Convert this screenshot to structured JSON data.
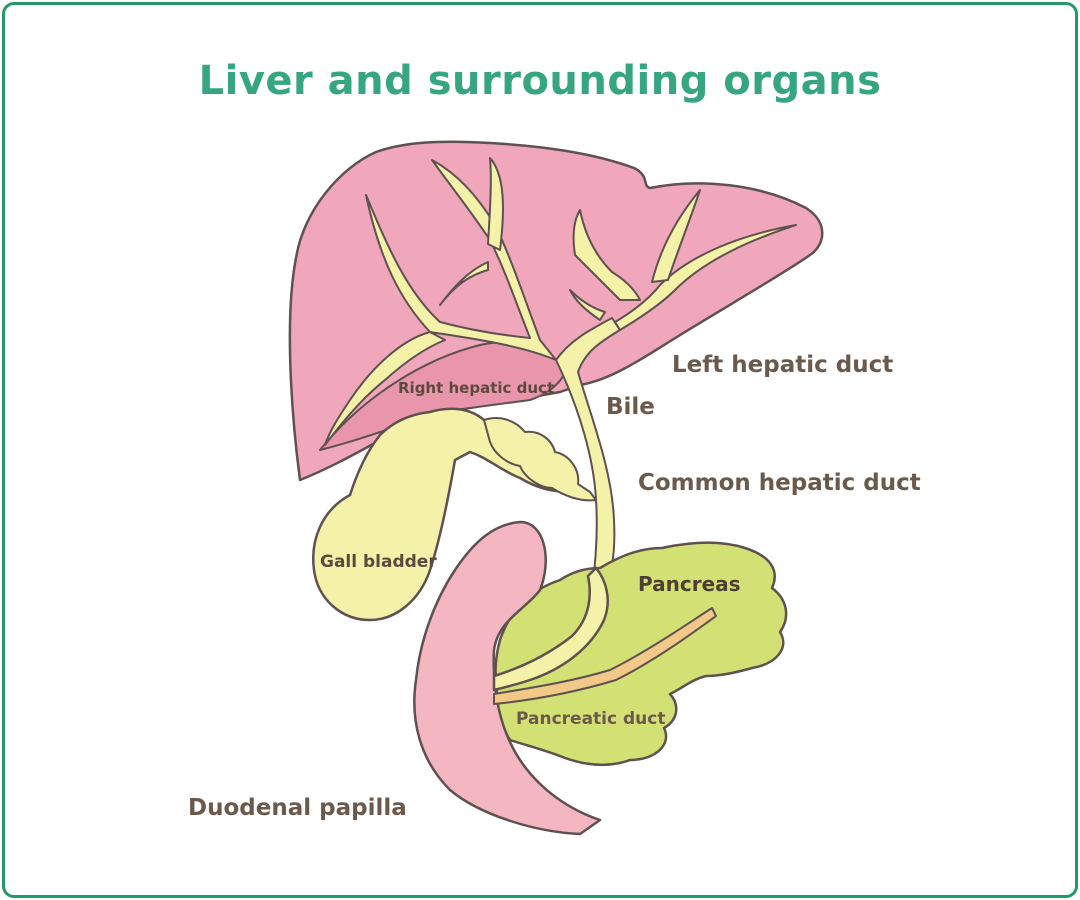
{
  "title": "Liver and surrounding organs",
  "labels": {
    "left_hepatic_duct": "Left hepatic duct",
    "right_hepatic_duct": "Right hepatic duct",
    "bile": "Bile",
    "common_hepatic_duct": "Common hepatic duct",
    "gall_bladder": "Gall bladder",
    "pancreas": "Pancreas",
    "pancreatic_duct": "Pancreatic duct",
    "duodenal_papilla": "Duodenal papilla"
  },
  "colors": {
    "frame": "#23996a",
    "title": "#35a680",
    "liver": "#f0a6bb",
    "gall_bladder": "#f4f2a8",
    "bile_duct": "#f4f2a8",
    "pancreas": "#d2e074",
    "pancreatic_duct": "#f3c98a",
    "duodenum": "#f4b6c0",
    "outline": "#5e5150",
    "label": "#6b5a4c"
  }
}
